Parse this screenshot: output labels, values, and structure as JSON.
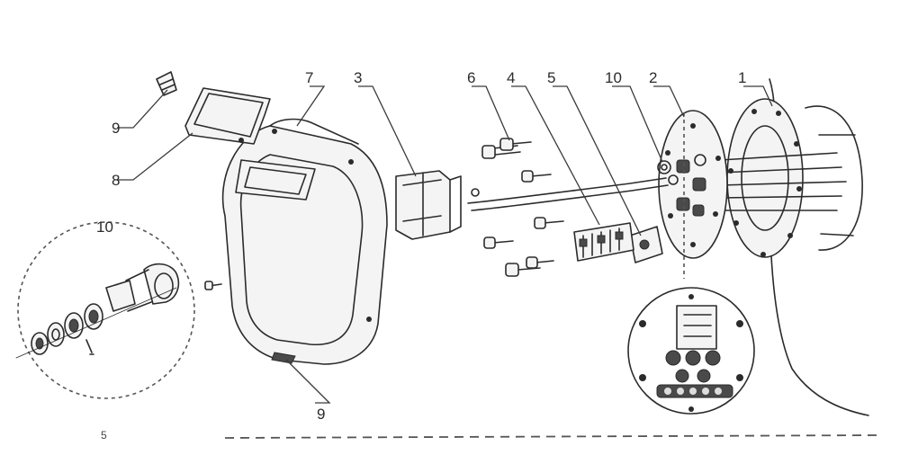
{
  "labels": {
    "l1": "1",
    "l2": "2",
    "l3": "3",
    "l4": "4",
    "l5": "5",
    "l6": "6",
    "l7": "7",
    "l8": "8",
    "l9_top": "9",
    "l9_bottom": "9",
    "l10_top": "10",
    "l10_detail": "10",
    "corner_mark": "5"
  }
}
